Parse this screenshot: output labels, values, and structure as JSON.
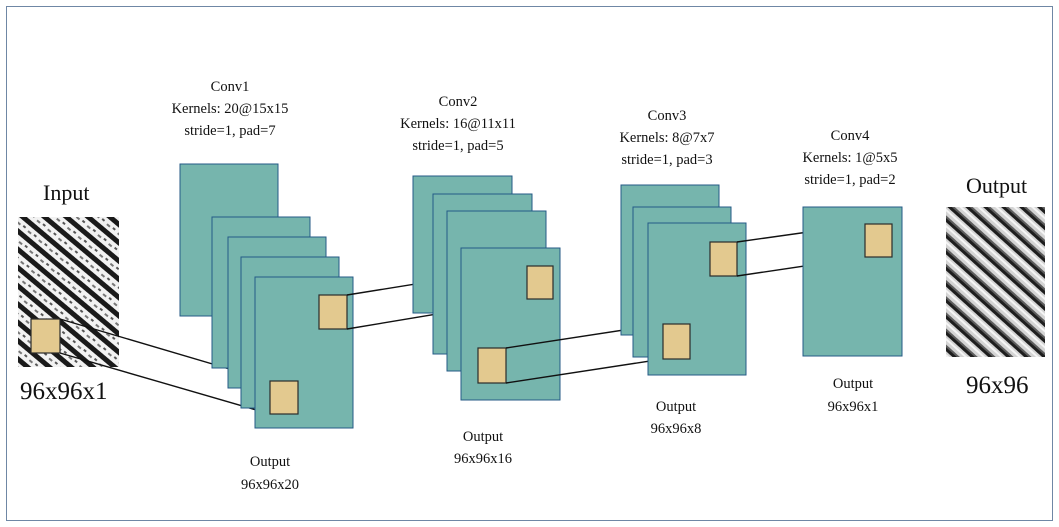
{
  "input": {
    "title": "Input",
    "size": "96x96x1"
  },
  "output": {
    "title": "Output",
    "size": "96x96"
  },
  "layers": [
    {
      "name": "Conv1",
      "kernels": "Kernels: 20@15x15",
      "params": "stride=1, pad=7",
      "out_label": "Output",
      "out_size": "96x96x20"
    },
    {
      "name": "Conv2",
      "kernels": "Kernels: 16@11x11",
      "params": "stride=1, pad=5",
      "out_label": "Output",
      "out_size": "96x96x16"
    },
    {
      "name": "Conv3",
      "kernels": "Kernels: 8@7x7",
      "params": "stride=1, pad=3",
      "out_label": "Output",
      "out_size": "96x96x8"
    },
    {
      "name": "Conv4",
      "kernels": "Kernels: 1@5x5",
      "params": "stride=1, pad=2",
      "out_label": "Output",
      "out_size": "96x96x1"
    }
  ],
  "colors": {
    "feature_map": "#76b5ad",
    "feature_map_border": "#245a86",
    "kernel": "#e3c98f",
    "frame_border": "#6f87a5"
  }
}
